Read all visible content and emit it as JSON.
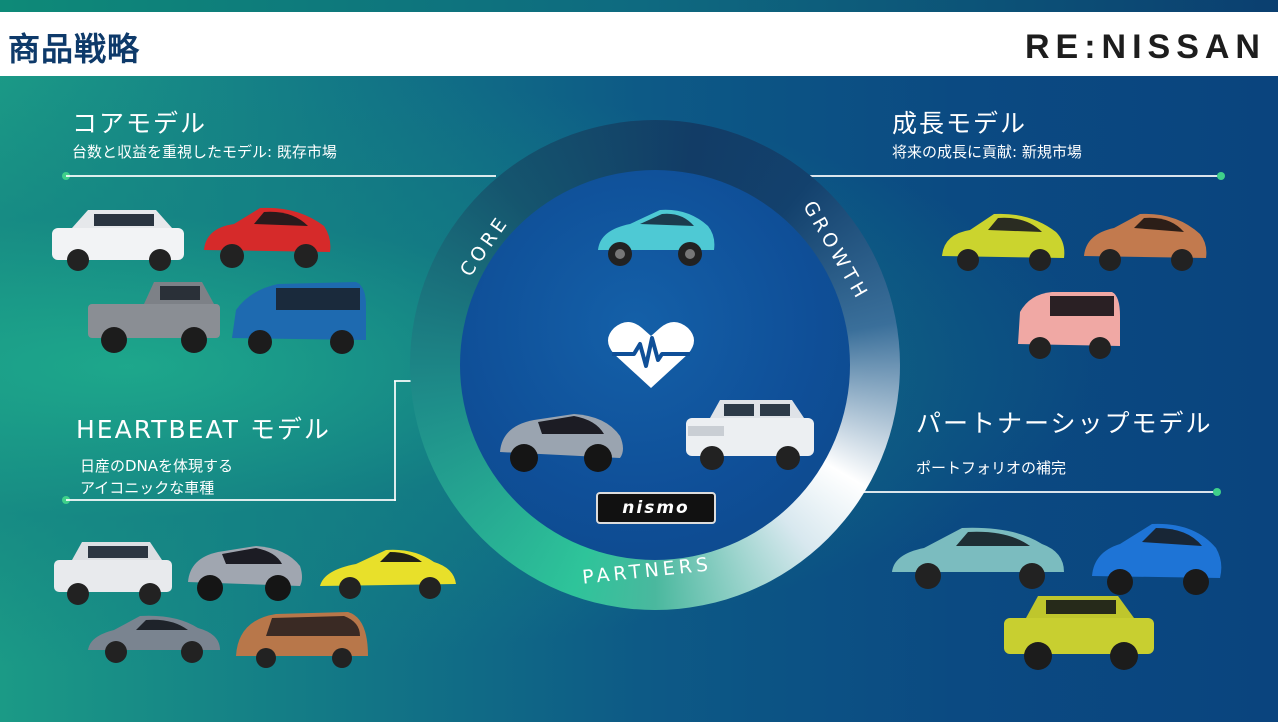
{
  "header": {
    "title": "商品戦略",
    "brand": "RE:NISSAN"
  },
  "core": {
    "title": "コアモデル",
    "subtitle": "台数と収益を重視したモデル: 既存市場"
  },
  "growth": {
    "title": "成長モデル",
    "subtitle": "将来の成長に貢献: 新規市場"
  },
  "heartbeat": {
    "title": "HEARTBEAT モデル",
    "subtitle_line1": "日産のDNAを体現する",
    "subtitle_line2": "アイコニックな車種"
  },
  "partnership": {
    "title": "パートナーシップモデル",
    "subtitle": "ポートフォリオの補完"
  },
  "ring": {
    "core_label": "CORE",
    "growth_label": "GROWTH",
    "partners_label": "PARTNERS",
    "badge": "nismo",
    "center_icon": "heartbeat-heart-icon"
  },
  "colors": {
    "accent_green": "#3fd08a",
    "title_navy": "#0e3a6a"
  }
}
